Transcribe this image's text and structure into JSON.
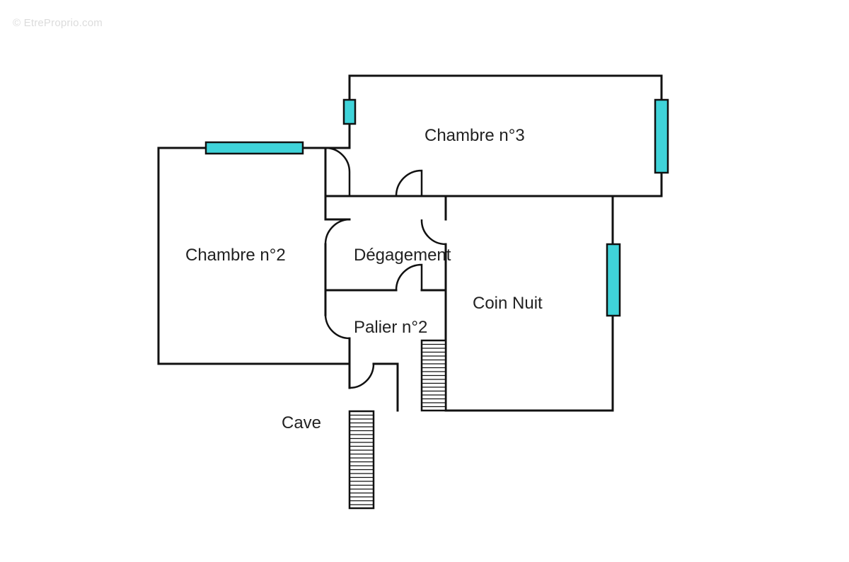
{
  "watermark": "© EtreProprio.com",
  "colors": {
    "window": "#3fd3d9",
    "wall": "#111111",
    "background": "#ffffff"
  },
  "rooms": {
    "chambre3": "Chambre n°3",
    "chambre2": "Chambre n°2",
    "degagement": "Dégagement",
    "coin_nuit": "Coin Nuit",
    "palier2": "Palier n°2",
    "cave": "Cave"
  },
  "icons": {
    "watermark": "copyright-icon",
    "stairs": "staircase-icon",
    "window": "window-icon",
    "door": "door-swing-icon"
  }
}
